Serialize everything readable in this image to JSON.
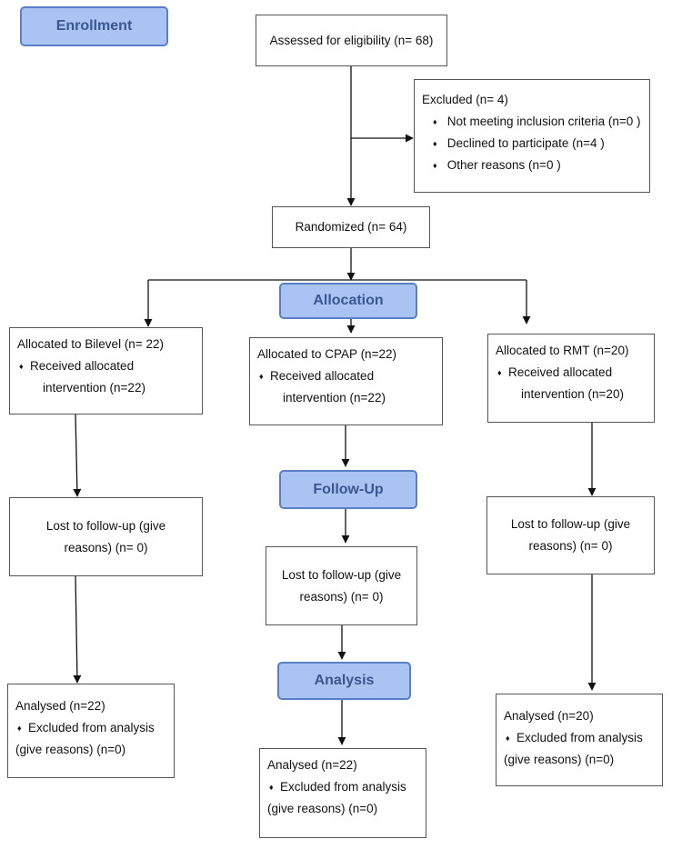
{
  "stages": {
    "enrollment": "Enrollment",
    "allocation": "Allocation",
    "follow_up": "Follow-Up",
    "analysis": "Analysis"
  },
  "assessed": "Assessed for eligibility (n= 68)",
  "excluded": {
    "title": "Excluded (n= 4)",
    "items": [
      "Not meeting inclusion criteria (n=0 )",
      "Declined to participate (n=4 )",
      "Other reasons (n=0 )"
    ]
  },
  "randomized": "Randomized (n= 64)",
  "arms": {
    "bilevel": {
      "allocated": "Allocated to Bilevel (n= 22)",
      "received_1": "Received allocated",
      "received_2": "intervention (n=22)",
      "lost_1": "Lost to follow-up (give",
      "lost_2": "reasons) (n= 0)",
      "analysed": "Analysed (n=22)",
      "excl_1": "Excluded from analysis",
      "excl_2": "(give reasons) (n=0)"
    },
    "cpap": {
      "allocated": "Allocated to CPAP (n=22)",
      "received_1": "Received allocated",
      "received_2": "intervention (n=22)",
      "lost_1": "Lost to follow-up (give",
      "lost_2": "reasons) (n= 0)",
      "analysed": "Analysed (n=22)",
      "excl_1": "Excluded from analysis",
      "excl_2": "(give reasons) (n=0)"
    },
    "rmt": {
      "allocated": "Allocated to RMT (n=20)",
      "received_1": "Received allocated",
      "received_2": "intervention (n=20)",
      "lost_1": "Lost to follow-up (give",
      "lost_2": "reasons) (n= 0)",
      "analysed": "Analysed (n=20)",
      "excl_1": "Excluded from analysis",
      "excl_2": "(give reasons) (n=0)"
    }
  },
  "bullet_glyph": "♦"
}
